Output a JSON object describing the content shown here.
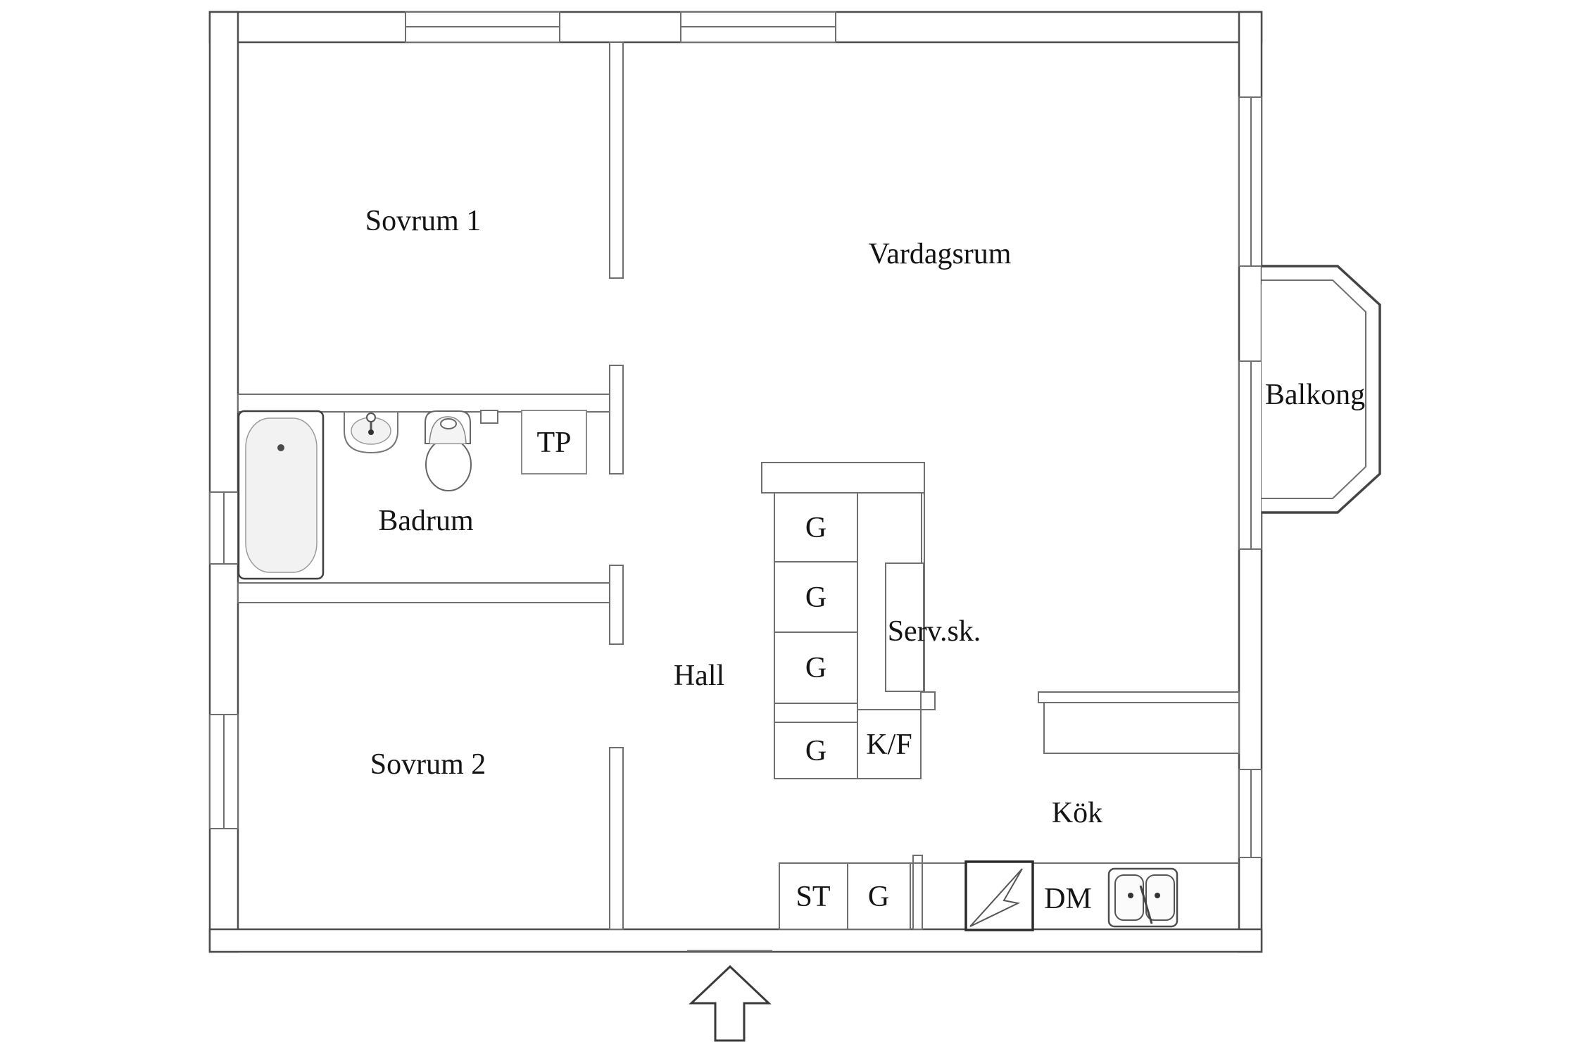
{
  "floorplan": {
    "type": "apartment-floor-plan",
    "language": "Swedish",
    "room_labels": [
      {
        "id": "sovrum1",
        "text": "Sovrum 1"
      },
      {
        "id": "vardagsrum",
        "text": "Vardagsrum"
      },
      {
        "id": "badrum",
        "text": "Badrum"
      },
      {
        "id": "hall",
        "text": "Hall"
      },
      {
        "id": "sovrum2",
        "text": "Sovrum 2"
      },
      {
        "id": "kok",
        "text": "Kök"
      },
      {
        "id": "balkong",
        "text": "Balkong"
      },
      {
        "id": "servsk",
        "text": "Serv.sk."
      }
    ],
    "fixture_labels": [
      {
        "id": "tp",
        "text": "TP"
      },
      {
        "id": "g1",
        "text": "G"
      },
      {
        "id": "g2",
        "text": "G"
      },
      {
        "id": "g3",
        "text": "G"
      },
      {
        "id": "g4",
        "text": "G"
      },
      {
        "id": "kf",
        "text": "K/F"
      },
      {
        "id": "st",
        "text": "ST"
      },
      {
        "id": "g5",
        "text": "G"
      },
      {
        "id": "dm",
        "text": "DM"
      }
    ],
    "icons": [
      "bathtub-icon",
      "washbasin-icon",
      "toilet-icon",
      "stove-icon",
      "kitchen-sink-icon",
      "entrance-arrow-icon"
    ],
    "colors": {
      "background": "#ffffff",
      "wall_line": "#6f6f6f",
      "outer_wall_line": "#4d4d4d",
      "text": "#141414",
      "fixture_fill": "#f2f2f2"
    }
  }
}
